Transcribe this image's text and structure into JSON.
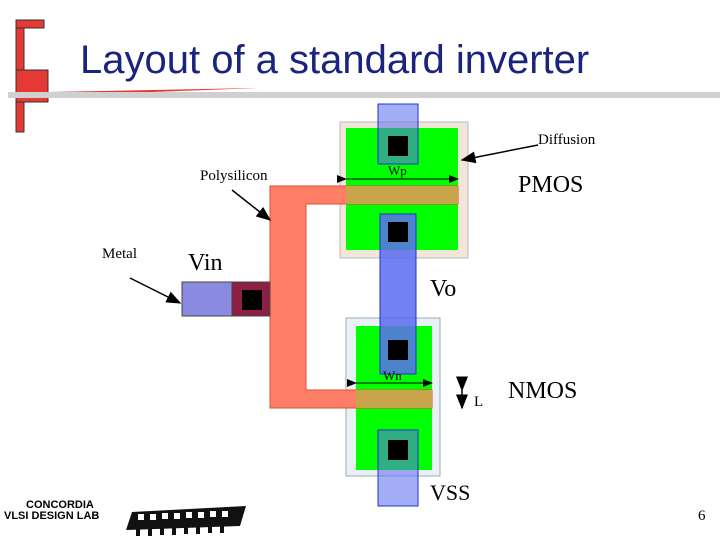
{
  "slide": {
    "title": "Layout of a standard inverter",
    "page_number": "6"
  },
  "labels": {
    "diffusion": "Diffusion",
    "polysilicon": "Polysilicon",
    "metal": "Metal",
    "pmos": "PMOS",
    "nmos": "NMOS",
    "vin": "Vin",
    "vo": "Vo",
    "vss": "VSS",
    "wp": "Wp",
    "wn": "Wn",
    "l": "L"
  },
  "footer": {
    "line1": "CONCORDIA",
    "line2": "VLSI DESIGN LAB"
  },
  "colors": {
    "title": "#1a237e",
    "diffusion": "#00ff00",
    "polysilicon": "#ff7f66",
    "metal": "#5a6cf0",
    "contact": "#000000",
    "accent_red": "#e53935",
    "well": "#f2e6d8"
  }
}
